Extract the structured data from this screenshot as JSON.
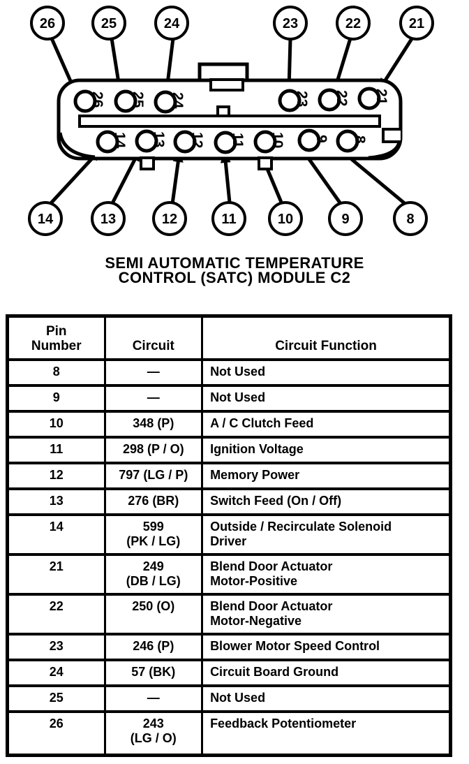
{
  "title": {
    "line1": "SEMI AUTOMATIC TEMPERATURE",
    "line2": "CONTROL (SATC) MODULE C2"
  },
  "colors": {
    "ink": "#000000",
    "paper": "#ffffff"
  },
  "connector": {
    "top_callouts": [
      "26",
      "25",
      "24",
      "23",
      "22",
      "21"
    ],
    "bottom_callouts": [
      "14",
      "13",
      "12",
      "11",
      "10",
      "9",
      "8"
    ],
    "top_pin_labels": [
      "26",
      "25",
      "24",
      "23",
      "22",
      "21"
    ],
    "bottom_pin_labels": [
      "14",
      "13",
      "12",
      "11",
      "10",
      "9",
      "8"
    ]
  },
  "table": {
    "headers": {
      "pin": "Pin\nNumber",
      "circuit": "Circuit",
      "function": "Circuit Function"
    },
    "rows": [
      {
        "pin": "8",
        "circuit": "—",
        "function": "Not Used"
      },
      {
        "pin": "9",
        "circuit": "—",
        "function": "Not Used"
      },
      {
        "pin": "10",
        "circuit": "348 (P)",
        "function": "A / C Clutch Feed"
      },
      {
        "pin": "11",
        "circuit": "298 (P / O)",
        "function": "Ignition Voltage"
      },
      {
        "pin": "12",
        "circuit": "797 (LG / P)",
        "function": "Memory Power"
      },
      {
        "pin": "13",
        "circuit": "276 (BR)",
        "function": "Switch Feed (On / Off)"
      },
      {
        "pin": "14",
        "circuit": "599\n(PK / LG)",
        "function": "Outside / Recirculate Solenoid\nDriver"
      },
      {
        "pin": "21",
        "circuit": "249\n(DB / LG)",
        "function": "Blend Door Actuator\nMotor-Positive"
      },
      {
        "pin": "22",
        "circuit": "250 (O)",
        "function": "Blend Door Actuator\nMotor-Negative"
      },
      {
        "pin": "23",
        "circuit": "246 (P)",
        "function": "Blower Motor Speed Control"
      },
      {
        "pin": "24",
        "circuit": "57 (BK)",
        "function": "Circuit Board Ground"
      },
      {
        "pin": "25",
        "circuit": "—",
        "function": "Not Used"
      },
      {
        "pin": "26",
        "circuit": "243\n(LG / O)",
        "function": "Feedback Potentiometer"
      }
    ]
  }
}
